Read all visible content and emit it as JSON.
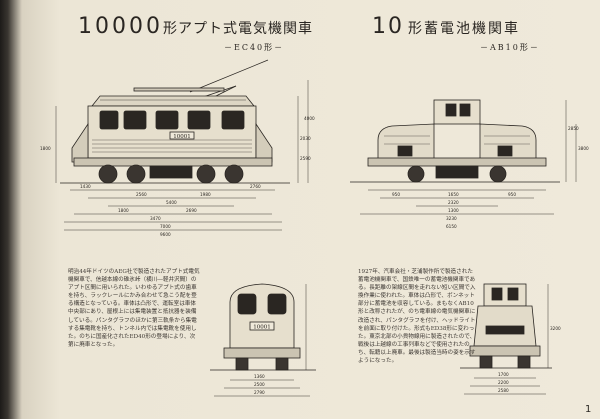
{
  "left_locomotive": {
    "title_number": "10000",
    "title_text": "形アプト式電気機関車",
    "subtitle": "－EC40形－",
    "plate": "10001",
    "dims_side": [
      "1430",
      "2560",
      "1980",
      "2760",
      "5400",
      "1800",
      "2690",
      "3470",
      "7000",
      "9600",
      "2030",
      "2590",
      "4000",
      "1800"
    ],
    "dims_front": [
      "1360",
      "2500",
      "2790"
    ],
    "front_plate": "10001",
    "body_text": "明治44年ドイツのAEG社で製造されたアプト式電気機関車で、信越本線の碓氷峠（横川―軽井沢間）のアプト区間に用いられた。いわゆるアプト式の歯車を持ち、ラックレールにかみ合わせて急こう配を登る構造となっている。車体は凸形で、運転室は車体中央部にあり、屋根上には集電装置と抵抗器を装備している。パンタグラフのほかに第三軌条から集電する集電靴を持ち、トンネル内では集電靴を使用した。のちに国産化されたED40形の登場により、次第に廃車となった。"
  },
  "right_locomotive": {
    "title_number": "10",
    "title_text": "形蓄電池機関車",
    "subtitle": "－AB10形－",
    "dims_side": [
      "950",
      "1650",
      "950",
      "2320",
      "1300",
      "3230",
      "6150",
      "2850",
      "3800"
    ],
    "dims_front": [
      "1700",
      "2200",
      "2580",
      "3200"
    ],
    "body_text": "1927年、汽車会社・芝浦製作所で製造された蓄電池機関車で、国鉄唯一の蓄電池機関車である。長距離の架線区間を走れない短い区間で入換作業に使われた。車体は凸形で、ボンネット部分に蓄電池を収容している。まもなくAB10形と改称されたが、のち電車線の電気機関車に改造され、パンタグラフを付け、ヘッドライトを前面に取り付けた。形式もED38形に変わった。東京北部の小貨物線用に製造されたので、戦後は上越線の工事列車などで使用されたのち、転籍以上廃車。最後は製造当時の姿を示すようになった。"
  },
  "page_number": "1"
}
